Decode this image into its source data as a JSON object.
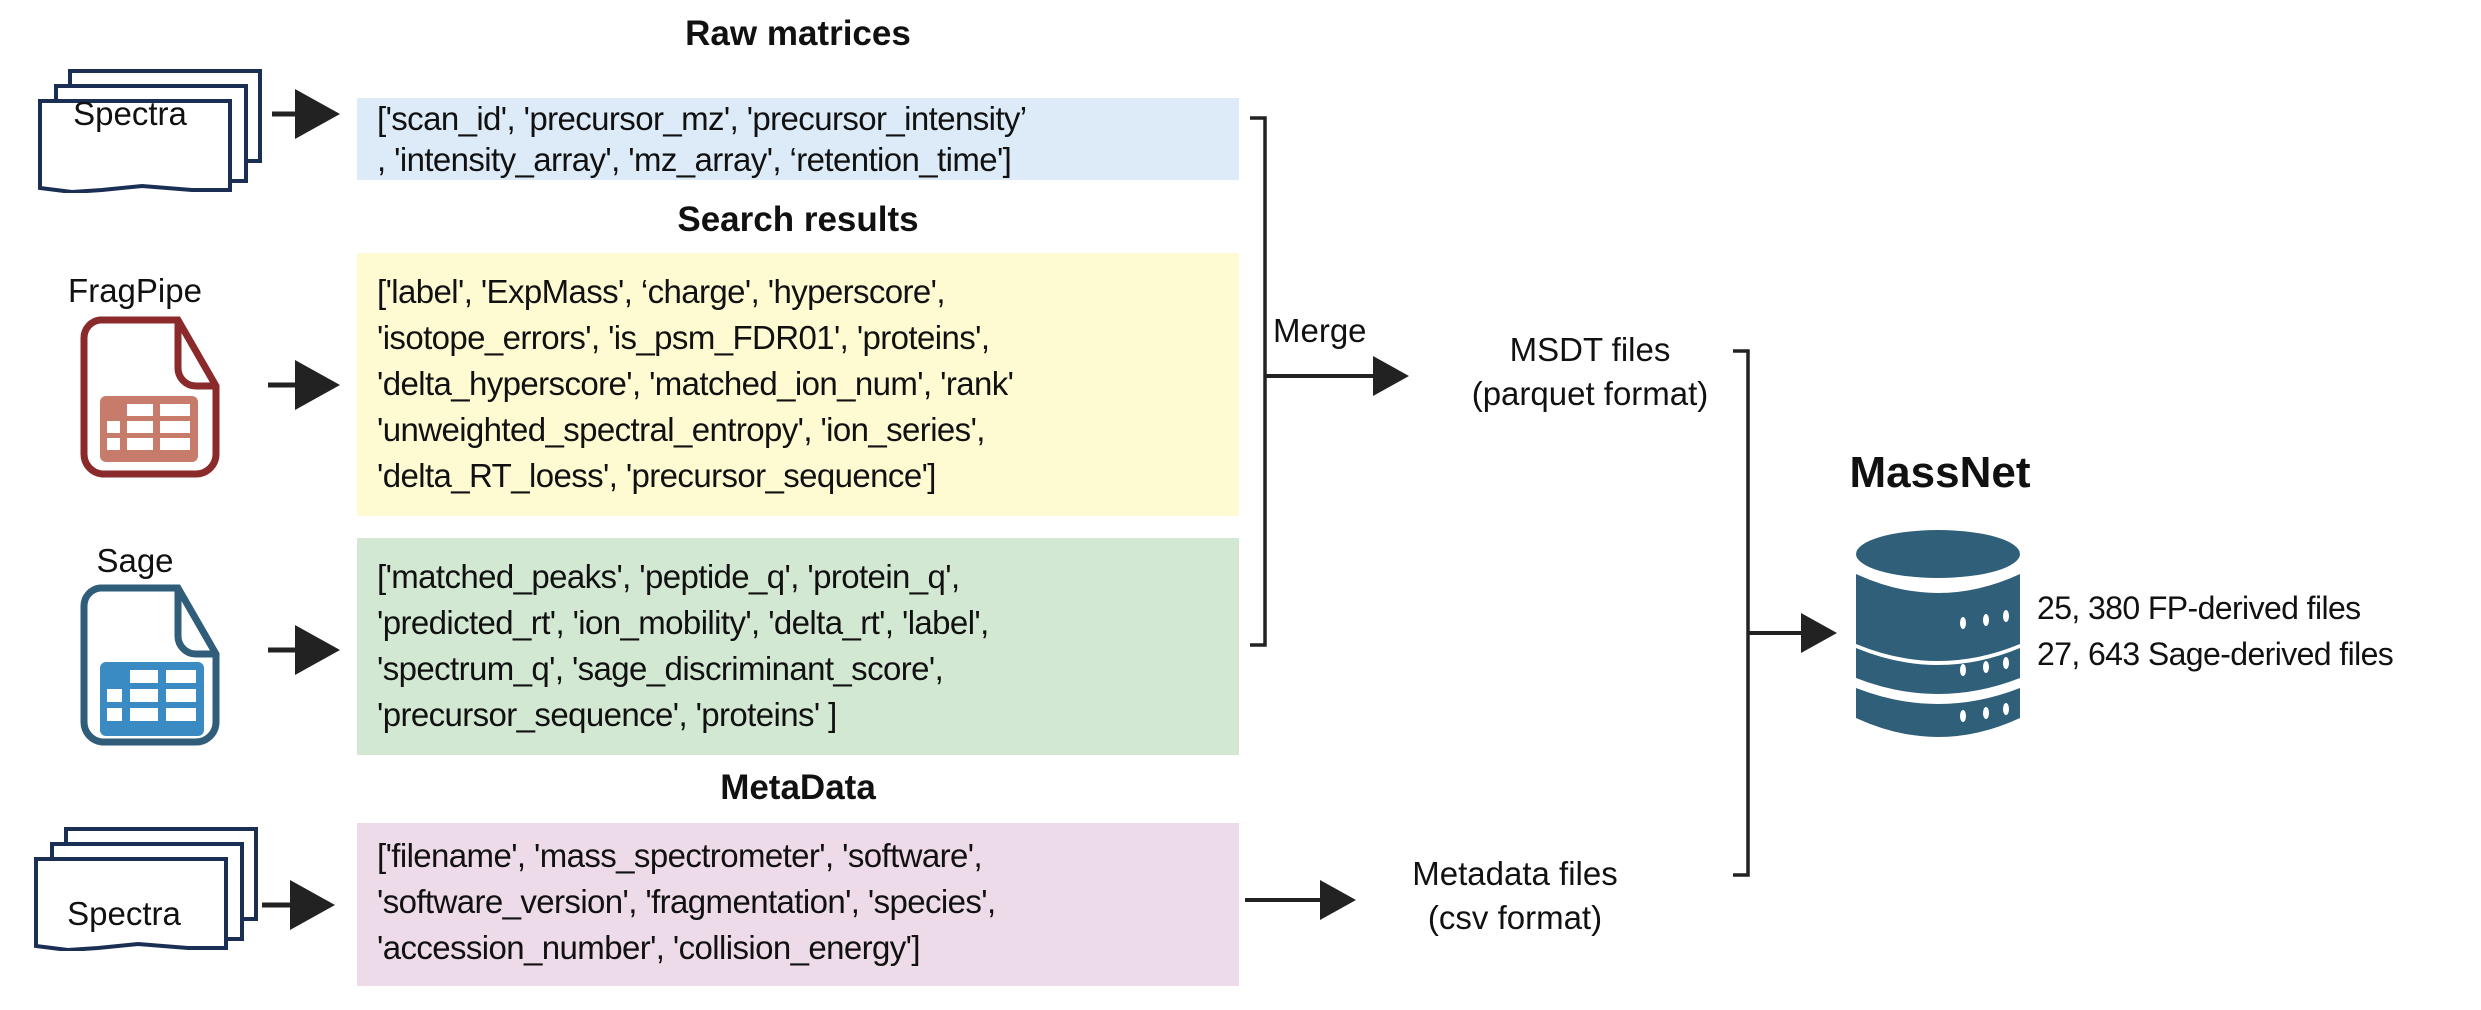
{
  "sections": {
    "raw": {
      "title": "Raw matrices",
      "source": "Spectra",
      "lines": [
        "['scan_id', 'precursor_mz', 'precursor_intensity’",
        ", 'intensity_array', 'mz_array', ‘retention_time']"
      ],
      "color": "#dcebf7"
    },
    "search": {
      "title": "Search results",
      "fragpipe": {
        "source": "FragPipe",
        "lines": [
          "['label', 'ExpMass', ‘charge', 'hyperscore',",
          "'isotope_errors', 'is_psm_FDR01', 'proteins',",
          "'delta_hyperscore', 'matched_ion_num', 'rank'",
          "'unweighted_spectral_entropy', 'ion_series',",
          "'delta_RT_loess', 'precursor_sequence']"
        ],
        "color": "#fefbd3"
      },
      "sage": {
        "source": "Sage",
        "lines": [
          "['matched_peaks', 'peptide_q', 'protein_q',",
          "'predicted_rt', 'ion_mobility', 'delta_rt', 'label',",
          "'spectrum_q', 'sage_discriminant_score',",
          "'precursor_sequence', 'proteins' ]"
        ],
        "color": "#d3e8d3"
      }
    },
    "meta": {
      "title": "MetaData",
      "source": "Spectra",
      "lines": [
        "['filename', 'mass_spectrometer', 'software',",
        "'software_version', 'fragmentation', 'species',",
        "'accession_number', 'collision_energy']"
      ],
      "color": "#eedbe9"
    }
  },
  "merge_label": "Merge",
  "msdt": {
    "line1": "MSDT files",
    "line2": "(parquet format)"
  },
  "metadata_files": {
    "line1": "Metadata files",
    "line2": "(csv format)"
  },
  "massnet": {
    "title": "MassNet",
    "stats": [
      "25, 380 FP-derived files",
      "27, 643 Sage-derived files"
    ],
    "color": "#305f7a"
  }
}
